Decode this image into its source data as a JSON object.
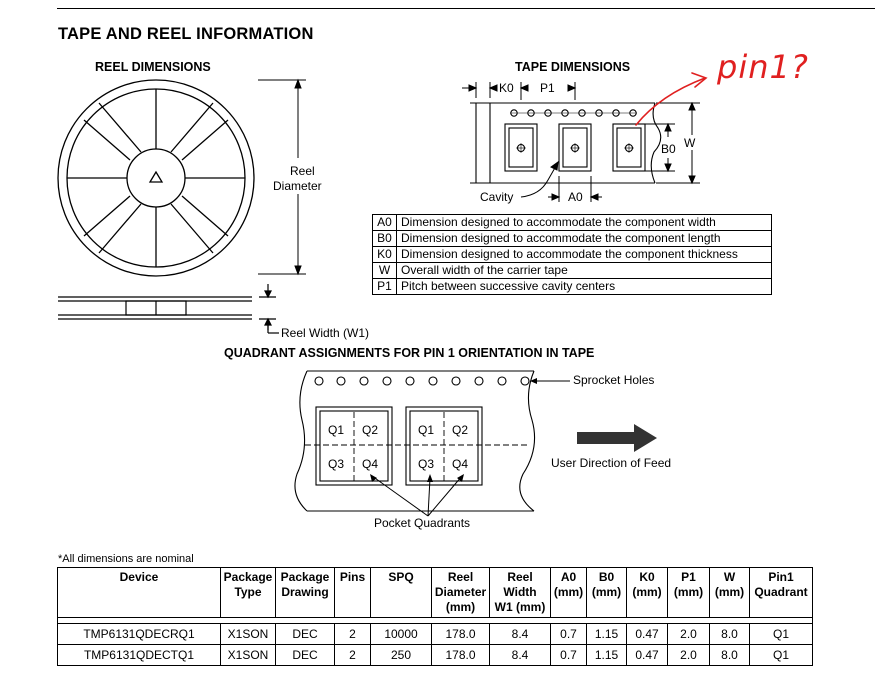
{
  "title": "TAPE AND REEL INFORMATION",
  "reel": {
    "heading": "REEL DIMENSIONS",
    "diameter_label": [
      "Reel",
      "Diameter"
    ],
    "width_label": "Reel Width (W1)"
  },
  "tape": {
    "heading": "TAPE DIMENSIONS",
    "k0": "K0",
    "p1": "P1",
    "b0": "B0",
    "w": "W",
    "cavity": "Cavity",
    "a0": "A0"
  },
  "annotation": {
    "text": "pin1?",
    "color": "#e02020"
  },
  "legend": [
    {
      "key": "A0",
      "desc": "Dimension designed to accommodate the component width"
    },
    {
      "key": "B0",
      "desc": "Dimension designed to accommodate the component length"
    },
    {
      "key": "K0",
      "desc": "Dimension designed to accommodate the component thickness"
    },
    {
      "key": "W",
      "desc": "Overall width of the carrier tape"
    },
    {
      "key": "P1",
      "desc": "Pitch between successive cavity centers"
    }
  ],
  "quadrant": {
    "heading": "QUADRANT ASSIGNMENTS FOR PIN 1 ORIENTATION IN TAPE",
    "sprocket": "Sprocket Holes",
    "feed": "User Direction of Feed",
    "pocket": "Pocket Quadrants",
    "q1": "Q1",
    "q2": "Q2",
    "q3": "Q3",
    "q4": "Q4"
  },
  "note": "*All dimensions are nominal",
  "table": {
    "headers": [
      [
        "Device"
      ],
      [
        "Package",
        "Type"
      ],
      [
        "Package",
        "Drawing"
      ],
      [
        "Pins"
      ],
      [
        "SPQ"
      ],
      [
        "Reel",
        "Diameter",
        "(mm)"
      ],
      [
        "Reel",
        "Width",
        "W1 (mm)"
      ],
      [
        "A0",
        "(mm)"
      ],
      [
        "B0",
        "(mm)"
      ],
      [
        "K0",
        "(mm)"
      ],
      [
        "P1",
        "(mm)"
      ],
      [
        "W",
        "(mm)"
      ],
      [
        "Pin1",
        "Quadrant"
      ]
    ],
    "rows": [
      [
        "TMP6131QDECRQ1",
        "X1SON",
        "DEC",
        "2",
        "10000",
        "178.0",
        "8.4",
        "0.7",
        "1.15",
        "0.47",
        "2.0",
        "8.0",
        "Q1"
      ],
      [
        "TMP6131QDECTQ1",
        "X1SON",
        "DEC",
        "2",
        "250",
        "178.0",
        "8.4",
        "0.7",
        "1.15",
        "0.47",
        "2.0",
        "8.0",
        "Q1"
      ]
    ]
  }
}
